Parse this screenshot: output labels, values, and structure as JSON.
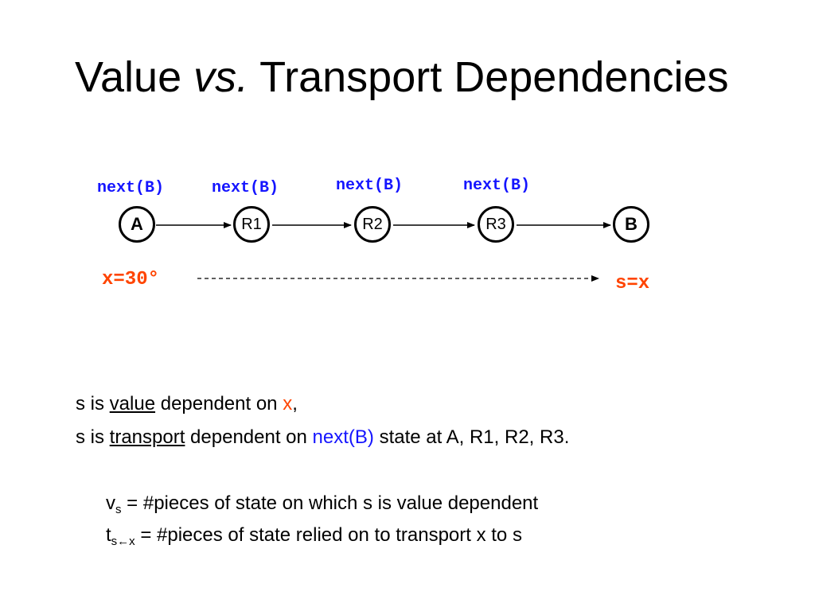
{
  "title": {
    "part1": "Value ",
    "part2": "vs.",
    "part3": " Transport Dependencies"
  },
  "diagram": {
    "state_label": "next(B)",
    "nodes": [
      {
        "label": "A"
      },
      {
        "label": "R1"
      },
      {
        "label": "R2"
      },
      {
        "label": "R3"
      },
      {
        "label": "B"
      }
    ],
    "source_value": "x=30°",
    "sink_value": "s=x"
  },
  "text": {
    "line1": {
      "a": "s is ",
      "b": "value",
      "c": " dependent on ",
      "d": "x",
      "e": ","
    },
    "line2": {
      "a": "s is ",
      "b": "transport",
      "c": " dependent on ",
      "d": "next(B)",
      "e": " state at A, R1, R2, R3."
    },
    "line3": {
      "a": "v",
      "sub": "s",
      "b": " =  #pieces of state on which s is value dependent"
    },
    "line4": {
      "a": "t",
      "sub": "s←x",
      "b": " =  #pieces of state relied on to transport x to s"
    }
  },
  "colors": {
    "source": "#ff4400",
    "state": "#1515ff"
  }
}
